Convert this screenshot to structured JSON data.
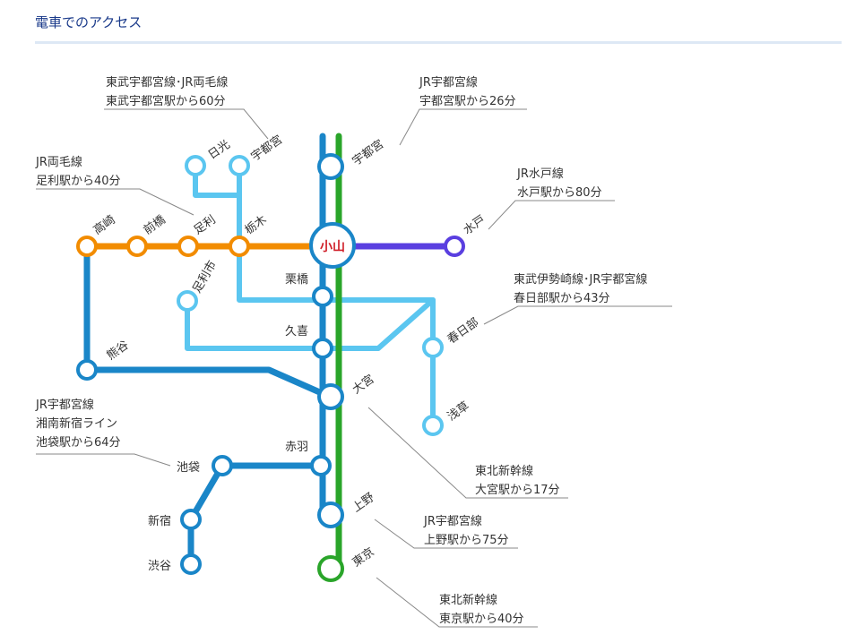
{
  "header": {
    "title": "電車でのアクセス"
  },
  "center_station": "小山",
  "stations": {
    "nikko": "日光",
    "utsunomiya_upper": "宇都宮",
    "utsunomiya_main": "宇都宮",
    "takasaki": "高崎",
    "maebashi": "前橋",
    "ashikaga": "足利",
    "tochigi": "栃木",
    "mito": "水戸",
    "ashikagashi": "足利市",
    "kuribashi": "栗橋",
    "kuki": "久喜",
    "kasukabe": "春日部",
    "asakusa": "浅草",
    "kumagaya": "熊谷",
    "omiya": "大宮",
    "akabane": "赤羽",
    "ikebukuro": "池袋",
    "shinjuku": "新宿",
    "shibuya": "渋谷",
    "ueno": "上野",
    "tokyo": "東京"
  },
  "routes": {
    "tobu_utsunomiya": {
      "line": "東武宇都宮線･JR両毛線",
      "detail": "東武宇都宮駅から60分"
    },
    "jr_utsunomiya_top": {
      "line": "JR宇都宮線",
      "detail": "宇都宮駅から26分"
    },
    "jr_ryomo": {
      "line": "JR両毛線",
      "detail": "足利駅から40分"
    },
    "jr_mito": {
      "line": "JR水戸線",
      "detail": "水戸駅から80分"
    },
    "tobu_isesaki": {
      "line": "東武伊勢崎線･JR宇都宮線",
      "detail": "春日部駅から43分"
    },
    "ikebukuro": {
      "line1": "JR宇都宮線",
      "line2": "湘南新宿ライン",
      "detail": "池袋駅から64分"
    },
    "omiya": {
      "line": "東北新幹線",
      "detail": "大宮駅から17分"
    },
    "ueno": {
      "line": "JR宇都宮線",
      "detail": "上野駅から75分"
    },
    "tokyo": {
      "line": "東北新幹線",
      "detail": "東京駅から40分"
    }
  },
  "colors": {
    "utsunomiya_line": "#1a86c8",
    "shinkansen": "#2aa52a",
    "ryomo_line": "#f28c00",
    "mito_line": "#5a3fe0",
    "tobu_line": "#5bc6f0",
    "callout_line": "#888888"
  }
}
